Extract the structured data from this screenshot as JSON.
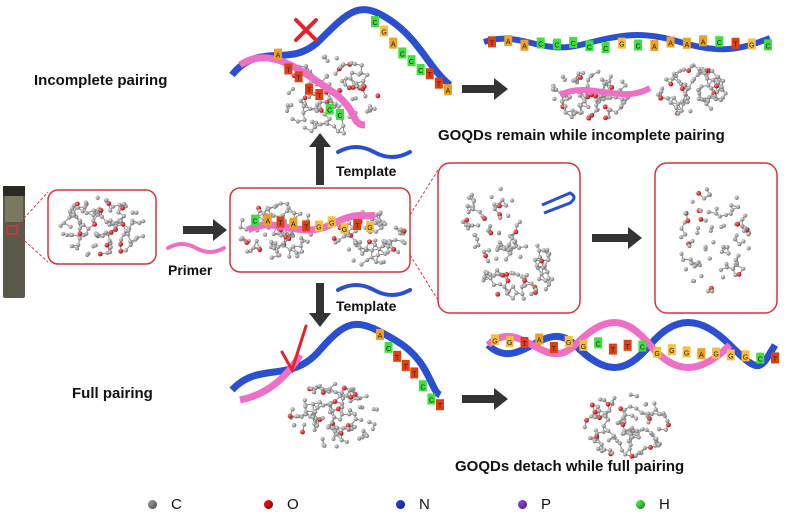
{
  "labels": {
    "incomplete_pairing": "Incomplete pairing",
    "full_pairing": "Full pairing",
    "remain_caption": "GOQDs remain while incomplete pairing",
    "detach_caption": "GOQDs detach while full pairing",
    "template_top": "Template",
    "template_bottom": "Template",
    "primer": "Primer"
  },
  "legend": [
    {
      "symbol": "C",
      "color": "#8c8c8c"
    },
    {
      "symbol": "O",
      "color": "#e01010"
    },
    {
      "symbol": "N",
      "color": "#1f3fd6"
    },
    {
      "symbol": "P",
      "color": "#8a3fd6"
    },
    {
      "symbol": "H",
      "color": "#3ee03e"
    }
  ],
  "colors": {
    "panel_border": "#d9333a",
    "dna_blue": "#2a4fd1",
    "primer_pink": "#ef6fc4",
    "arrow": "#333333",
    "cross": "#e3242b",
    "check": "#e3242b"
  }
}
